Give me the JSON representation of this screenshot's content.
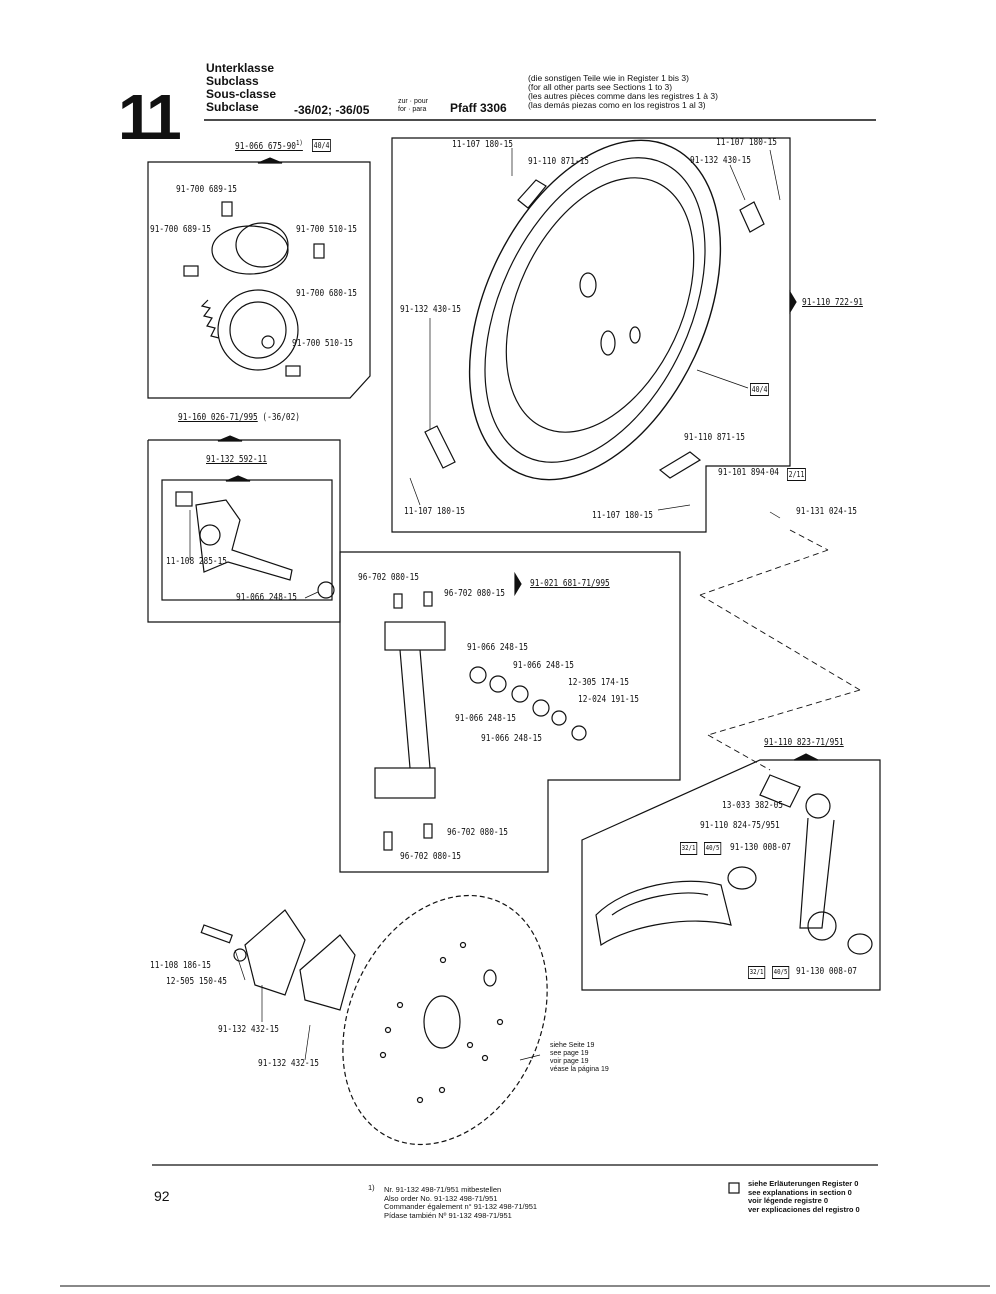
{
  "header": {
    "section_number": "11",
    "subclass_labels": [
      "Unterklasse",
      "Subclass",
      "Sous-classe",
      "Subclase"
    ],
    "subclass_value": "-36/02; -36/05",
    "zur_pour": [
      "zur · pour",
      "for · para"
    ],
    "model": "Pfaff 3306",
    "other_parts_note": [
      "(die sonstigen Teile wie in Register 1 bis 3)",
      "(for all other parts see Sections 1 to 3)",
      "(les autres pièces comme dans les registres 1 à 3)",
      "(las demás piezas como en los registros 1 al 3)"
    ]
  },
  "parts": {
    "p_91_066_675": "91-066 675-90",
    "p_91_066_675_sup": "1)",
    "ref_40_4_a": "40/4",
    "p_91_700_689_a": "91-700 689-15",
    "p_91_700_689_b": "91-700 689-15",
    "p_91_700_510_a": "91-700 510-15",
    "p_91_700_680": "91-700 680-15",
    "p_91_700_510_b": "91-700 510-15",
    "p_91_160_026": "91-160 026-71/995",
    "p_91_160_026_suffix": "(-36/02)",
    "p_91_132_592": "91-132 592-11",
    "p_11_108_285": "11-108 285-15",
    "p_91_066_248_a": "91-066 248-15",
    "p_11_107_180_a": "11-107 180-15",
    "p_91_110_871_a": "91-110 871-15",
    "p_11_107_180_b": "11-107 180-15",
    "p_91_132_430_a": "91-132 430-15",
    "p_91_110_722": "91-110 722-91",
    "p_91_132_430_b": "91-132 430-15",
    "ref_40_4_b": "40/4",
    "p_91_110_871_b": "91-110 871-15",
    "p_91_101_894": "91-101 894-04",
    "ref_2_11": "2/11",
    "p_91_131_024": "91-131 024-15",
    "p_11_107_180_c": "11-107 180-15",
    "p_11_107_180_d": "11-107 180-15",
    "p_96_702_080_a": "96-702 080-15",
    "p_96_702_080_b": "96-702 080-15",
    "p_91_021_681": "91-021 681-71/995",
    "p_91_066_248_b": "91-066 248-15",
    "p_91_066_248_c": "91-066 248-15",
    "p_12_305_174": "12-305 174-15",
    "p_12_024_191": "12-024 191-15",
    "p_91_066_248_d": "91-066 248-15",
    "p_91_066_248_e": "91-066 248-15",
    "p_96_702_080_c": "96-702 080-15",
    "p_96_702_080_d": "96-702 080-15",
    "p_91_110_823": "91-110 823-71/951",
    "p_13_033_382": "13-033 382-05",
    "p_91_110_824": "91-110 824-75/951",
    "ref_32_1_a": "32/1",
    "ref_40_5_a": "40/5",
    "p_91_130_008_a": "91-130 008-07",
    "ref_32_1_b": "32/1",
    "ref_40_5_b": "40/5",
    "p_91_130_008_b": "91-130 008-07",
    "p_11_108_186": "11-108 186-15",
    "p_12_505_150": "12-505 150-45",
    "p_91_132_432_a": "91-132 432-15",
    "p_91_132_432_b": "91-132 432-15"
  },
  "siehe_seite": [
    "siehe Seite 19",
    "see page 19",
    "voir page 19",
    "véase la página 19"
  ],
  "footer": {
    "page_number": "92",
    "footnote_marker": "1)",
    "footnote": [
      "Nr. 91-132 498-71/951 mitbestellen",
      "Also order No. 91-132 498-71/951",
      "Commander également n° 91-132 498-71/951",
      "Pídase también Nº 91-132 498-71/951"
    ],
    "legend": [
      "siehe Erläuterungen Register 0",
      "see explanations in section 0",
      "voir légende registre 0",
      "ver explicaciones del registro 0"
    ]
  }
}
